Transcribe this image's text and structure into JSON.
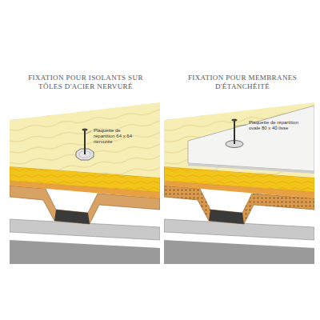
{
  "diagram": {
    "labels": [
      "FIXATION POUR ISOLANTS SUR TÔLES D'ACIER NERVURÉ",
      "FIXATION POUR MEMBRANES D'ÉTANCHÉITÉ",
      "Plaquette de répartition 64 x 64 nervurée",
      "Plaquette de répartition ovale 80 x 40 lisse"
    ]
  }
}
